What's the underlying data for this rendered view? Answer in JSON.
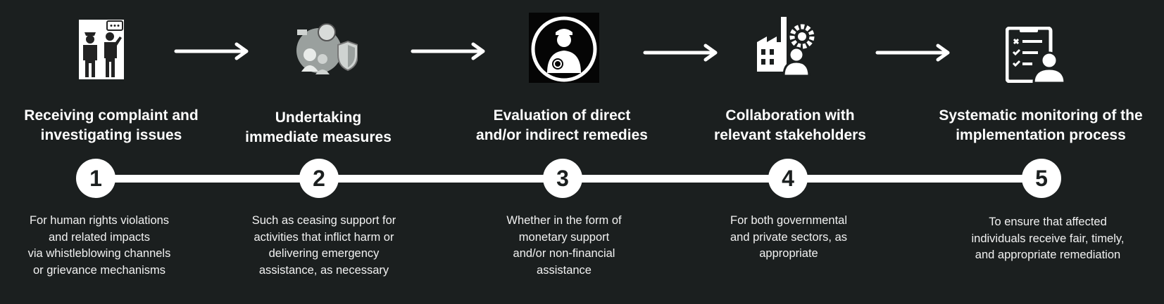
{
  "steps": [
    {
      "number": "1",
      "title_l1": "Receiving complaint and",
      "title_l2": "investigating issues",
      "icon": "person-reporting-icon",
      "desc": [
        "For human rights violations",
        "and related impacts",
        "via whistleblowing channels",
        "or grievance mechanisms"
      ]
    },
    {
      "number": "2",
      "title_l1": "Undertaking",
      "title_l2": "immediate measures",
      "icon": "protection-shield-icon",
      "desc": [
        "Such as ceasing support for",
        "activities that inflict harm or",
        "delivering emergency",
        "assistance, as necessary"
      ]
    },
    {
      "number": "3",
      "title_l1": "Evaluation of direct",
      "title_l2": "and/or indirect remedies",
      "icon": "worker-badge-icon",
      "desc": [
        "Whether in the form of",
        "monetary support",
        "and/or non-financial",
        "assistance"
      ]
    },
    {
      "number": "4",
      "title_l1": "Collaboration with",
      "title_l2": "relevant stakeholders",
      "icon": "factory-gear-person-icon",
      "desc": [
        "For both governmental",
        "and private sectors, as",
        "appropriate"
      ]
    },
    {
      "number": "5",
      "title_l1": "Systematic monitoring of the",
      "title_l2": "implementation process",
      "icon": "checklist-person-icon",
      "desc": [
        "To ensure that affected",
        "individuals receive fair, timely,",
        "and appropriate remediation"
      ]
    }
  ],
  "colors": {
    "background": "#1b1f1f",
    "foreground": "#ffffff"
  }
}
